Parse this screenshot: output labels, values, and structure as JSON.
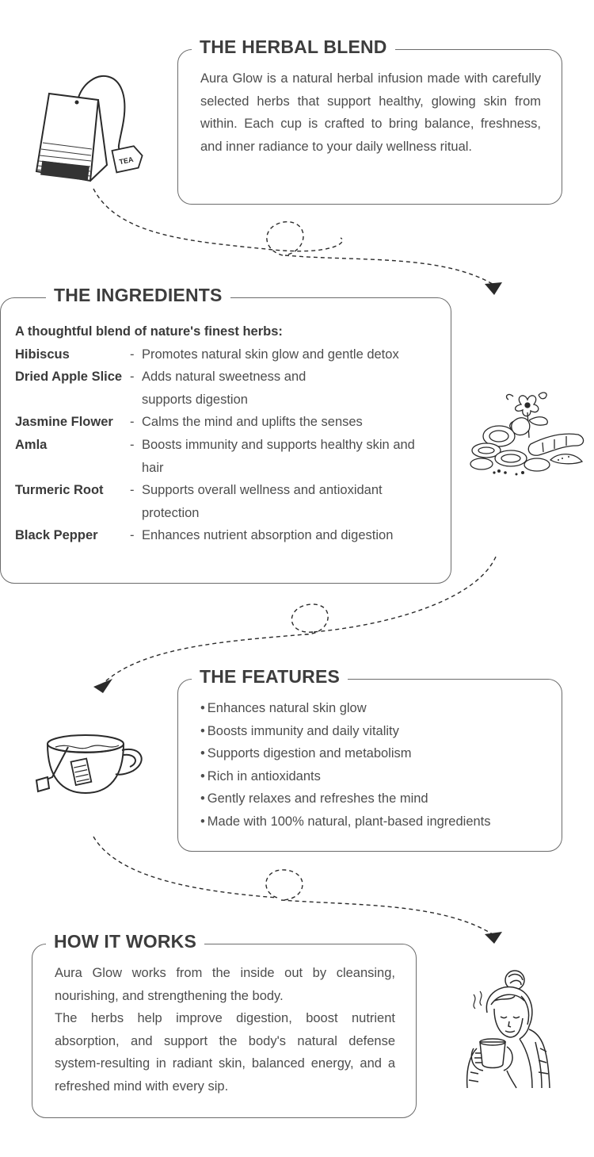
{
  "sections": {
    "blend": {
      "title": "THE HERBAL BLEND",
      "text": "Aura Glow is a natural herbal infusion made with carefully selected herbs that support healthy, glowing skin from within. Each cup is crafted to bring balance, freshness, and inner radiance to your daily wellness ritual.",
      "tag_text": "TEA"
    },
    "ingredients": {
      "title": "THE INGREDIENTS",
      "intro": "A thoughtful blend of nature's finest herbs:",
      "items": [
        {
          "name": "Hibiscus",
          "desc": "Promotes natural skin glow and gentle detox"
        },
        {
          "name": "Dried Apple Slice",
          "desc": "Adds natural sweetness and supports digestion"
        },
        {
          "name": "Jasmine Flower",
          "desc": "Calms the mind and uplifts the senses"
        },
        {
          "name": "Amla",
          "desc": "Boosts immunity and supports healthy skin and hair"
        },
        {
          "name": "Turmeric Root",
          "desc": "Supports overall wellness and antioxidant protection"
        },
        {
          "name": "Black Pepper",
          "desc": "Enhances nutrient absorption and digestion"
        }
      ],
      "dash": "-"
    },
    "features": {
      "title": "THE FEATURES",
      "items": [
        "Enhances natural skin glow",
        "Boosts immunity and daily vitality",
        "Supports digestion and metabolism",
        "Rich in antioxidants",
        "Gently relaxes and refreshes the mind",
        "Made with 100% natural, plant-based ingredients"
      ]
    },
    "how": {
      "title": "HOW IT WORKS",
      "text1": "Aura Glow works from the inside out by cleansing, nourishing, and strengthening the body.",
      "text2": "The herbs help improve digestion, boost nutrient absorption, and support the body's natural defense system-resulting in radiant skin, balanced energy, and a refreshed mind with every sip."
    }
  },
  "colors": {
    "text": "#4d4d4d",
    "heading": "#3d3d3d",
    "border": "#6b6b6b"
  },
  "icons": [
    "tea-bag-icon",
    "herbs-ingredients-icon",
    "tea-cup-icon",
    "woman-drinking-tea-icon"
  ]
}
